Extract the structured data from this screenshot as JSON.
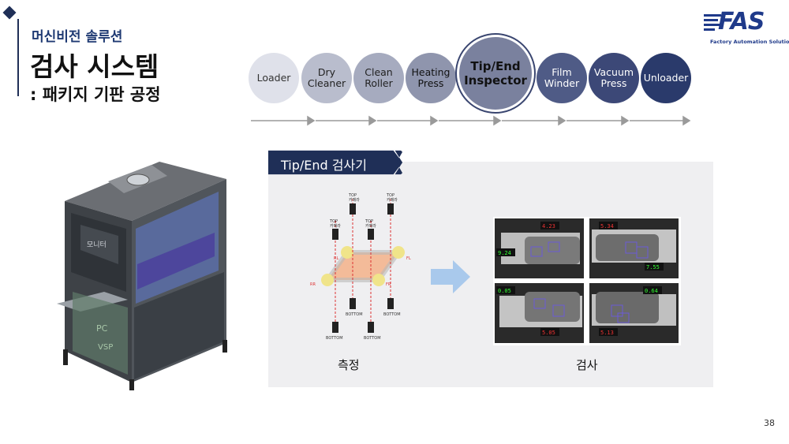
{
  "header": {
    "subtitle": "머신비전 솔루션",
    "title": "검사 시스템",
    "title_line2": ": 패키지 기판 공정"
  },
  "logo": {
    "text": "FAS",
    "tagline": "Factory Automation Solution"
  },
  "process_steps": [
    {
      "line1": "Loader",
      "line2": "",
      "active": false
    },
    {
      "line1": "Dry",
      "line2": "Cleaner",
      "active": false
    },
    {
      "line1": "Clean",
      "line2": "Roller",
      "active": false
    },
    {
      "line1": "Heating",
      "line2": "Press",
      "active": false
    },
    {
      "line1": "Tip/End",
      "line2": "Inspector",
      "active": true
    },
    {
      "line1": "Film",
      "line2": "Winder",
      "active": false
    },
    {
      "line1": "Vacuum",
      "line2": "Press",
      "active": false
    },
    {
      "line1": "Unloader",
      "line2": "",
      "active": false
    }
  ],
  "section": {
    "banner": "Tip/End 검사기",
    "left_caption": "측정",
    "right_caption": "검사"
  },
  "diagram": {
    "camera_label_top": "TOP",
    "camera_label_bottom": "BOTTOM",
    "camera_sub": "카메라",
    "marks": [
      "RL",
      "FL",
      "RR",
      "FR"
    ]
  },
  "inspection_readouts": [
    "4.23",
    "9.24",
    "5.34",
    "7.55",
    "0.05",
    "5.05",
    "0.64",
    "5.13"
  ],
  "machine": {
    "panel_label": "모니터",
    "side_labels": [
      "PC",
      "VSP"
    ]
  },
  "page_number": "38",
  "colors": {
    "navy": "#1f2f57",
    "step_light": "#dfe1ea",
    "step_dark": "#2a3a6b"
  }
}
